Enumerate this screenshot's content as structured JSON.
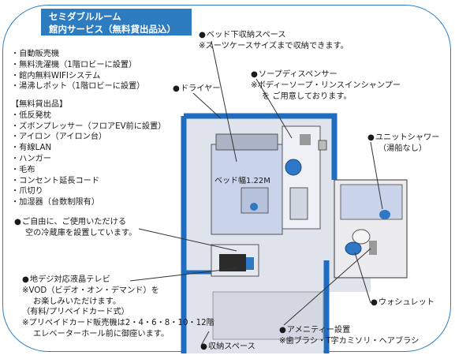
{
  "title": {
    "line1": "セミダブルルーム",
    "line2": "館内サービス（無料貸出品込）"
  },
  "services": [
    "・自動販売機",
    "・無料洗濯機（1階ロビーに設置）",
    "・館内無料WIFIシステム",
    "・湯沸しポット（1階ロビーに設置）"
  ],
  "rentals_header": "【無料貸出品】",
  "rentals": [
    "・低反発枕",
    "・ズボンプレッサー（フロアEV前に設置）",
    "・アイロン（アイロン台）",
    "・有線LAN",
    "・ハンガー",
    "・毛布",
    "・コンセント延長コード",
    "・爪切り",
    "・加湿器（台数制限有）"
  ],
  "annotations": {
    "under_bed_storage": {
      "head": "ベッド下収納スペース",
      "sub": "※スーツケースサイズまで収納できます。"
    },
    "soap_dispenser": {
      "head": "ソープディスペンサー",
      "sub1": "※ボディーソープ・リンスインシャンプー",
      "sub2": "を ご用意しております。"
    },
    "dryer": {
      "head": "ドライヤー"
    },
    "unit_shower": {
      "head": "ユニットシャワー",
      "sub": "（湯船なし）"
    },
    "bed_width": "ベッド幅1.22M",
    "fridge": {
      "head": "ご自由に、ご使用いただける",
      "sub": "空の冷蔵庫を設置しています。"
    },
    "tv": {
      "head": "地デジ対応液晶テレビ",
      "sub1": "※VOD（ビデオ・オン・デマンド）を",
      "sub2": "お楽しみいただけます。",
      "sub3": "（有料/プリペイドカード式）",
      "sub4": "※プリペイドカード販売機は2・4・6・8・10・12階",
      "sub5": "エレベーターホール前に御座います。"
    },
    "washlet": {
      "head": "ウォシュレット"
    },
    "amenity": {
      "head": "アメニティー設置",
      "sub": "※歯ブラシ・T字カミソリ・ヘアブラシ"
    },
    "storage": {
      "head": "収納スペース"
    }
  },
  "colors": {
    "accent": "#2e7cc0",
    "wall": "#1f6cc0",
    "floor": "#d7dce7",
    "bed": "#c9d4ea"
  }
}
